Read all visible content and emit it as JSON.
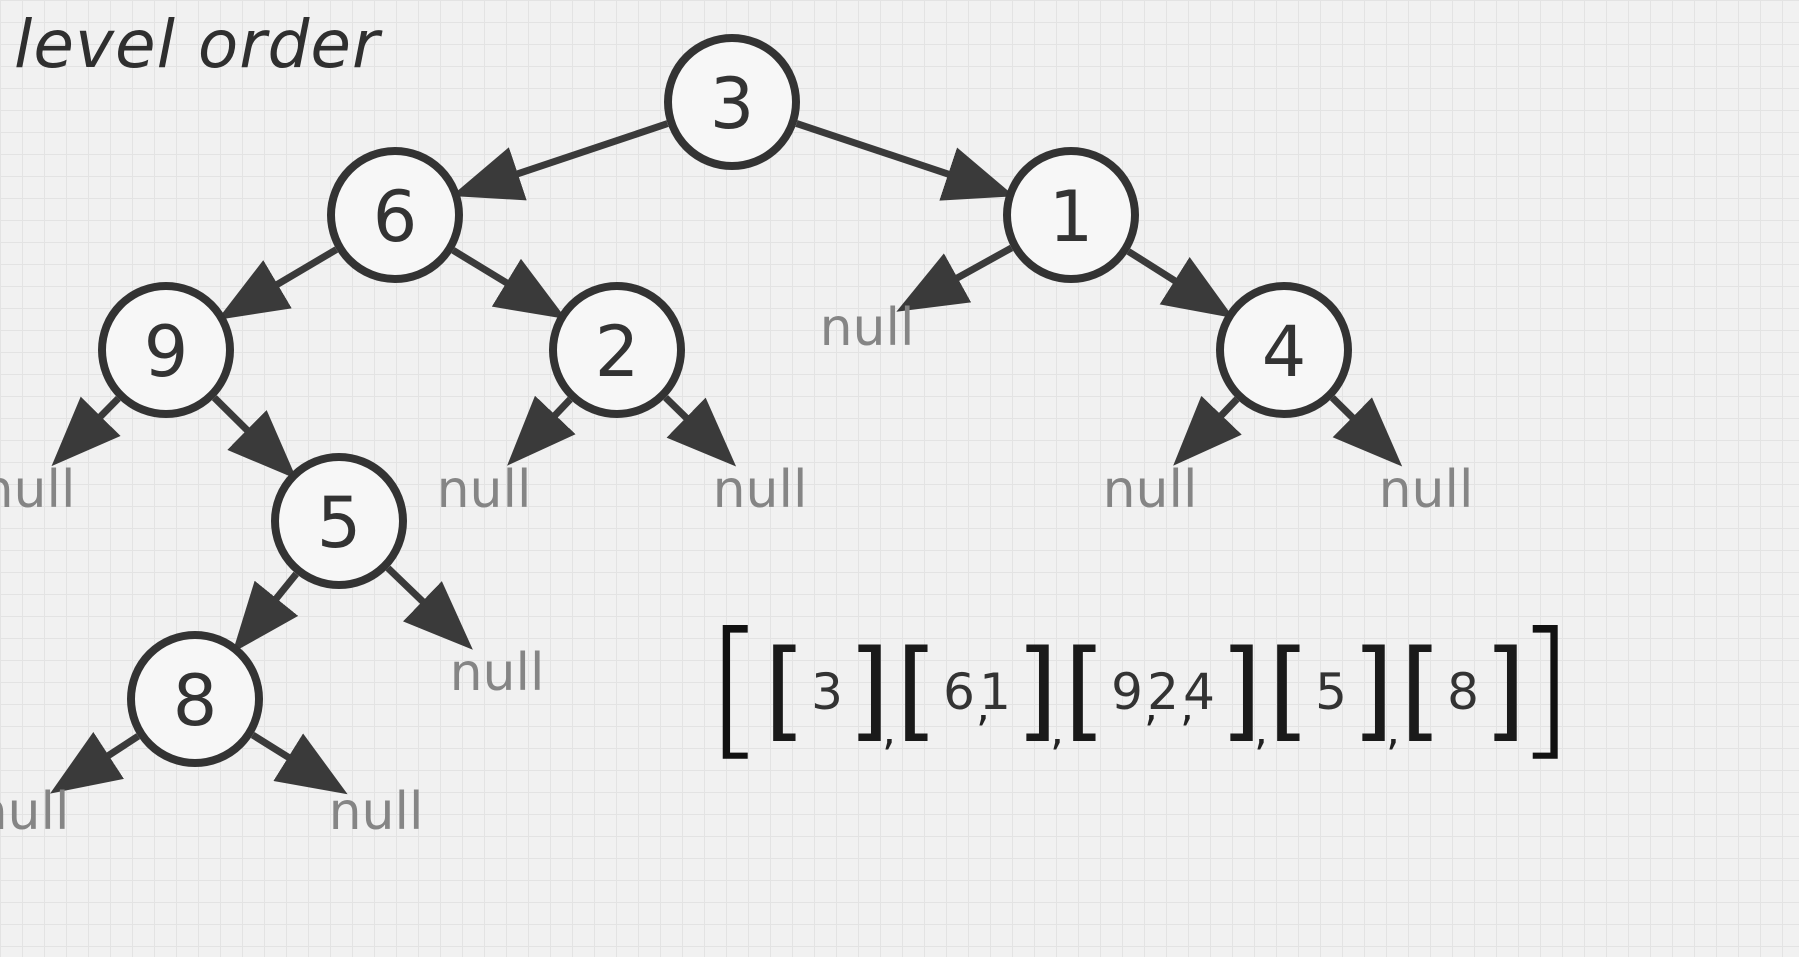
{
  "title": "level order",
  "colors": {
    "background": "#f1f1f1",
    "grid": "#e3e3e3",
    "node_stroke": "#333333",
    "null_text": "#858585",
    "result_text": "#111111"
  },
  "tree": {
    "nodes": [
      {
        "id": "n3",
        "label": "3"
      },
      {
        "id": "n6",
        "label": "6"
      },
      {
        "id": "n1",
        "label": "1"
      },
      {
        "id": "n9",
        "label": "9"
      },
      {
        "id": "n2",
        "label": "2"
      },
      {
        "id": "n4",
        "label": "4"
      },
      {
        "id": "n5",
        "label": "5"
      },
      {
        "id": "n8",
        "label": "8"
      }
    ],
    "null_label": "null",
    "edges": [
      {
        "from": "n3",
        "to": "n6"
      },
      {
        "from": "n3",
        "to": "n1"
      },
      {
        "from": "n6",
        "to": "n9"
      },
      {
        "from": "n6",
        "to": "n2"
      },
      {
        "from": "n1",
        "to": "null-1L"
      },
      {
        "from": "n1",
        "to": "n4"
      },
      {
        "from": "n9",
        "to": "null-9L"
      },
      {
        "from": "n9",
        "to": "n5"
      },
      {
        "from": "n2",
        "to": "null-2L"
      },
      {
        "from": "n2",
        "to": "null-2R"
      },
      {
        "from": "n4",
        "to": "null-4L"
      },
      {
        "from": "n4",
        "to": "null-4R"
      },
      {
        "from": "n5",
        "to": "n8"
      },
      {
        "from": "n5",
        "to": "null-5R"
      },
      {
        "from": "n8",
        "to": "null-8L"
      },
      {
        "from": "n8",
        "to": "null-8R"
      }
    ]
  },
  "result": {
    "levels": [
      [
        "3"
      ],
      [
        "6",
        "1"
      ],
      [
        "9",
        "2",
        "4"
      ],
      [
        "5"
      ],
      [
        "8"
      ]
    ],
    "open_bracket": "[",
    "close_bracket": "]",
    "separator": ","
  }
}
